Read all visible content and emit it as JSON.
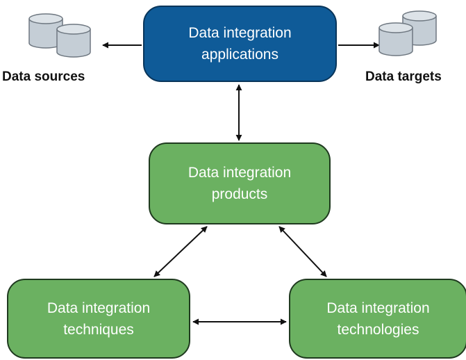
{
  "diagram": {
    "applications": {
      "line1": "Data integration",
      "line2": "applications"
    },
    "products": {
      "line1": "Data integration",
      "line2": "products"
    },
    "techniques": {
      "line1": "Data integration",
      "line2": "techniques"
    },
    "technologies": {
      "line1": "Data integration",
      "line2": "technologies"
    },
    "data_sources_label": "Data sources",
    "data_targets_label": "Data targets"
  },
  "colors": {
    "applications_fill": "#0f5b98",
    "component_fill": "#6bb161",
    "cylinder_fill": "#c5ced6",
    "arrow": "#111111"
  },
  "icons": {
    "sources": "database-cylinders-icon",
    "targets": "database-cylinders-icon"
  }
}
